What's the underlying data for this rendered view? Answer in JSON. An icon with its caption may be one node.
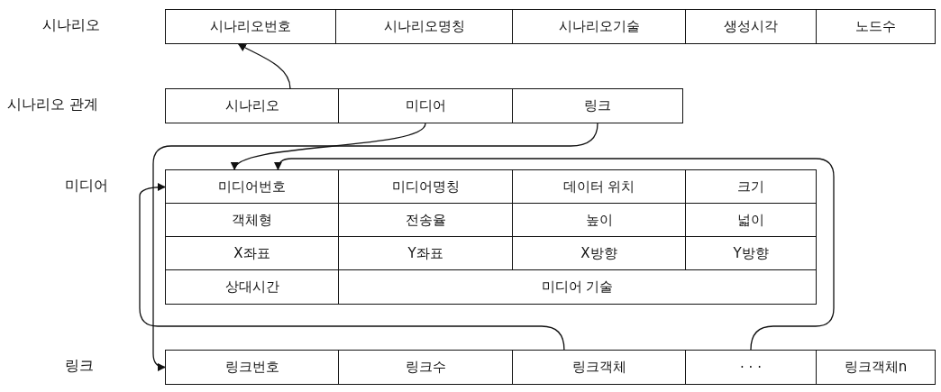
{
  "diagram": {
    "nodes": [
      {
        "text": [
          "시나리오번호"
        ]
      },
      {
        "text": [
          "시나리오명칭"
        ]
      },
      {
        "text": [
          "시나리오기술"
        ]
      },
      {
        "text": [
          "생성시각"
        ]
      },
      {
        "text": [
          "노드수"
        ]
      },
      {
        "text": [
          "시나리오"
        ]
      },
      {
        "text": [
          "미디어"
        ]
      },
      {
        "text": [
          "링크"
        ]
      },
      {
        "text": [
          "미디어번호"
        ]
      },
      {
        "text": [
          "미디어명칭"
        ]
      },
      {
        "text": [
          "데이터 위치"
        ]
      },
      {
        "text": [
          "크기"
        ]
      },
      {
        "text": [
          "객체형"
        ]
      },
      {
        "text": [
          "전송율"
        ]
      },
      {
        "text": [
          "높이"
        ]
      },
      {
        "text": [
          "넓이"
        ]
      },
      {
        "text": [
          "X좌표"
        ]
      },
      {
        "text": [
          "Y좌표"
        ]
      },
      {
        "text": [
          "X방향"
        ]
      },
      {
        "text": [
          "Y방향"
        ]
      },
      {
        "text": [
          "상대시간"
        ]
      },
      {
        "text": [
          "미디어 기술"
        ]
      },
      {
        "text": [
          "링크번호"
        ]
      },
      {
        "text": [
          "링크수"
        ]
      },
      {
        "text": [
          "링크객체"
        ]
      },
      {
        "text": [
          "· · ·"
        ]
      },
      {
        "text": [
          "링크객체n"
        ]
      }
    ],
    "edges": [
      {
        "from": 5,
        "to": 0,
        "arrow": "to"
      },
      {
        "from": 6,
        "to": 8,
        "arrow": "to"
      },
      {
        "from": 7,
        "to": 22,
        "arrow": "to"
      },
      {
        "from": 24,
        "to": 8,
        "arrow": "to"
      },
      {
        "from": 25,
        "to": 8,
        "arrow": "to"
      }
    ],
    "labels": [
      "시나리오",
      "시나리오 관계",
      "미디어",
      "링크"
    ]
  }
}
